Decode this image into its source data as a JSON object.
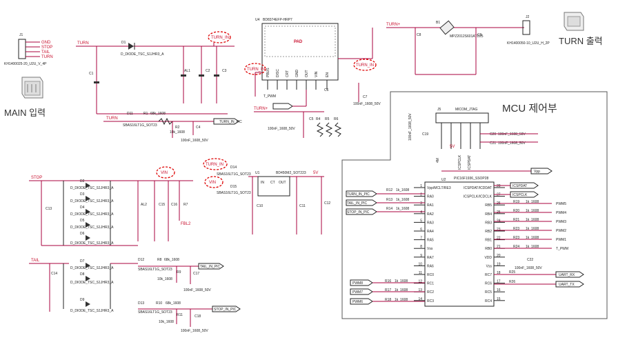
{
  "labels": {
    "main_input": "MAIN 입력",
    "turn_output": "TURN 출력",
    "mcu_section": "MCU 제어부"
  },
  "connectors": {
    "j1_ref": "J1",
    "j1_pins": [
      "GND",
      "STOP",
      "TAIL",
      "TURN"
    ],
    "j1_part": "KH1400025-20_U2U_V_4P",
    "j2_ref": "J2",
    "j2_part": "KH1400050-10_U2U_H_2P",
    "j5_ref": "J5",
    "j5_title": "MICOM_JTAG"
  },
  "nets": {
    "turn": "TURN",
    "turn_in": "TURN_IN",
    "turn_plus": "TURN+",
    "turn_in_pic": "TURN_IN_PIC",
    "tail_in_pic": "TAIL_IN_PIC",
    "stop_in_pic": "STOP_IN_PIC",
    "stop": "STOP",
    "tail": "TAIL",
    "vin": "VIN",
    "five_v": "5V",
    "vpp": "Vpp",
    "icspdat": "ICSPDAT",
    "icspclk": "ICSPCLK",
    "t_pwm": "T_PWM",
    "uart_rx": "UART_RX",
    "uart_tx": "UART_TX",
    "pwm_outputs": [
      "PWM5",
      "PWM4",
      "PWM3",
      "PWM2",
      "PWM1",
      "T_PWM"
    ],
    "pwm_inputs": [
      "PWM8",
      "PWM7",
      "PWM6"
    ]
  },
  "top": {
    "d1": "D1",
    "d1_part": "D_DIODE_TSC_S1JHR3_A",
    "caps": [
      "C1",
      "AL1",
      "C2",
      "C3"
    ],
    "u4": "U4",
    "u4_part": "BD8374EFP-HRP7",
    "pad": "PAD",
    "u4_pins": [
      "PBUS",
      "DISC",
      "CRT",
      "GND",
      "OUT",
      "VIN",
      "EN"
    ],
    "b1": "B1",
    "b1_part": "MPZ2012S601ATD25",
    "c_out": [
      "C8",
      "C9"
    ],
    "c4": "C4",
    "c4_val": "100nF_1608_50V",
    "c5": "C5",
    "c5_val": "100nF_1608_50V",
    "c6": "C6",
    "c7": "C7",
    "c7_val": "100nF_1608_50V",
    "d11": "D11",
    "d11_part": "SBAS16LT1G_SOT23",
    "r1": "R1",
    "r1_val": "68k_1608",
    "r2": "R2",
    "r2_val": "10k_1608",
    "rs": [
      "R4",
      "R5",
      "R6"
    ]
  },
  "left": {
    "diodes": [
      "D2",
      "D3",
      "D4",
      "D5",
      "D6",
      "D7",
      "D8",
      "D9"
    ],
    "diode_part": "D_DIODE_TSC_S1JHR3_A",
    "caps": [
      "C13",
      "AL2",
      "C15",
      "C16",
      "R7",
      "C14"
    ],
    "fbl2": "FBL2"
  },
  "mid": {
    "d14": "D14",
    "d15": "D15",
    "dpart": "SBAS16LT1G_SOT23",
    "u1": "U1",
    "u1_part": "BD450M2_SOT223",
    "u1_pins": [
      "IN",
      "CT",
      "OUT"
    ],
    "caps": [
      "C10",
      "C11",
      "C12"
    ],
    "d12": "D12",
    "d12_part": "SBAS16LT1G_SOT23",
    "r8": "R8",
    "r8_val": "68k_1608",
    "r9": "R9",
    "r9_val": "10k_1608",
    "c17": "C17",
    "c17_val": "100nF_1608_50V",
    "d13": "D13",
    "d13_part": "SBAS16LT1G_SOT23",
    "r10": "R10",
    "r10_val": "68k_1608",
    "r11": "R11",
    "r11_val": "10k_1608",
    "c18": "C18",
    "c18_val": "100nF_1608_50V"
  },
  "mcu": {
    "u2": "U2",
    "u2_part": "PIC16F1936_SSOP28",
    "left_pins": [
      "Vpp/MCLT/RE3",
      "RA0",
      "RA1",
      "RA2",
      "RA3",
      "RA4",
      "RA5",
      "Vss",
      "RA7",
      "RA6",
      "RC0",
      "RC1",
      "RC2",
      "RC3"
    ],
    "left_nums": [
      "1",
      "2",
      "3",
      "4",
      "5",
      "6",
      "7",
      "8",
      "9",
      "10",
      "11",
      "12",
      "13",
      "14"
    ],
    "right_pins": [
      "ICSPDAT/ICDDAT",
      "ICSPCLK/ICDCLK",
      "RB5",
      "RB4",
      "RB3",
      "RB2",
      "RB1",
      "RB0",
      "VDD",
      "Vss",
      "RC7",
      "RC6",
      "RC5",
      "RC4"
    ],
    "right_nums": [
      "28",
      "27",
      "26",
      "25",
      "24",
      "23",
      "22",
      "21",
      "20",
      "19",
      "18",
      "17",
      "16",
      "15"
    ],
    "in_res": [
      "R12",
      "R13",
      "R14"
    ],
    "in_val": "1k_1608",
    "out_res": [
      "R19",
      "R20",
      "R21",
      "R23",
      "R23",
      "R24"
    ],
    "out_val": "1k_1608",
    "low_res": [
      "R16",
      "R17",
      "R18"
    ],
    "low_val": "1k_1608",
    "uart_res": [
      "R25",
      "R26"
    ],
    "vdd_cap": "C22",
    "vdd_val": "100nF_1608_50V",
    "jtag_caps": [
      "C19",
      "C20",
      "C21"
    ],
    "jtag_cap_val": "100nF_1608_50V",
    "c19_val": "100nF_1608_50V",
    "pin_labels": [
      "4M",
      "5V",
      "ICSPCLK",
      "ICSPDAT"
    ]
  }
}
